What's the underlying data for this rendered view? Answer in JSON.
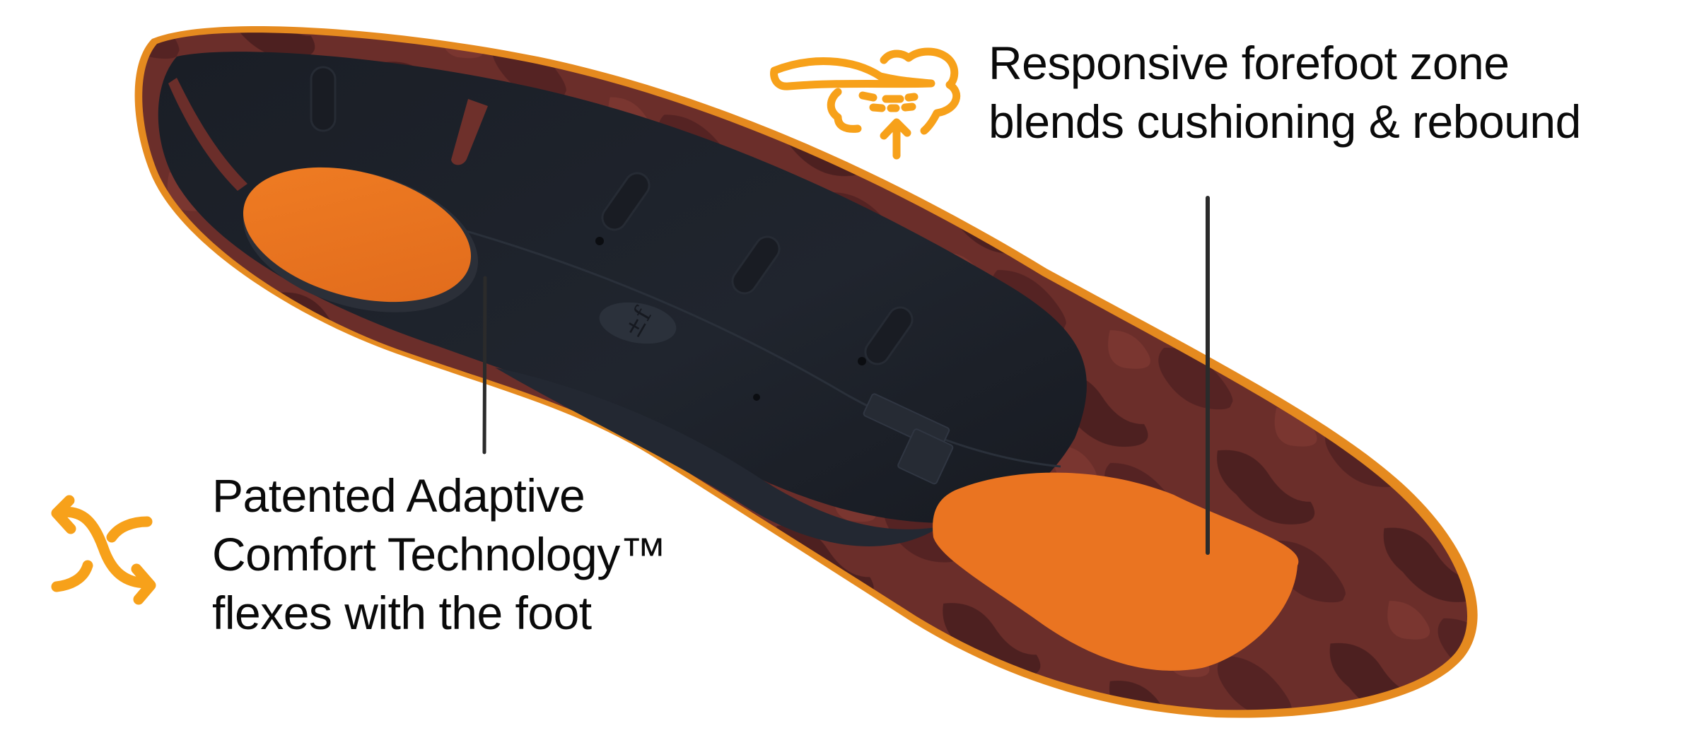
{
  "callouts": {
    "forefoot": {
      "icon": "cushion-rebound-icon",
      "lines": [
        "Responsive forefoot zone",
        "blends cushioning & rebound"
      ]
    },
    "adaptive_comfort": {
      "icon": "flex-crossing-arrows-icon",
      "lines": [
        "Patented Adaptive",
        "Comfort Technology™",
        "flexes with the foot"
      ]
    }
  },
  "product": {
    "subject": "insole-bottom-view",
    "colors": {
      "base_dark": "#1b1f27",
      "camo_red": "#6e2f2b",
      "camo_dark": "#4a1f1f",
      "edge_orange": "#e58a1f",
      "pad_orange": "#ec7420",
      "icon_orange": "#f7a11a",
      "leader_line": "#2b2b2b"
    }
  }
}
